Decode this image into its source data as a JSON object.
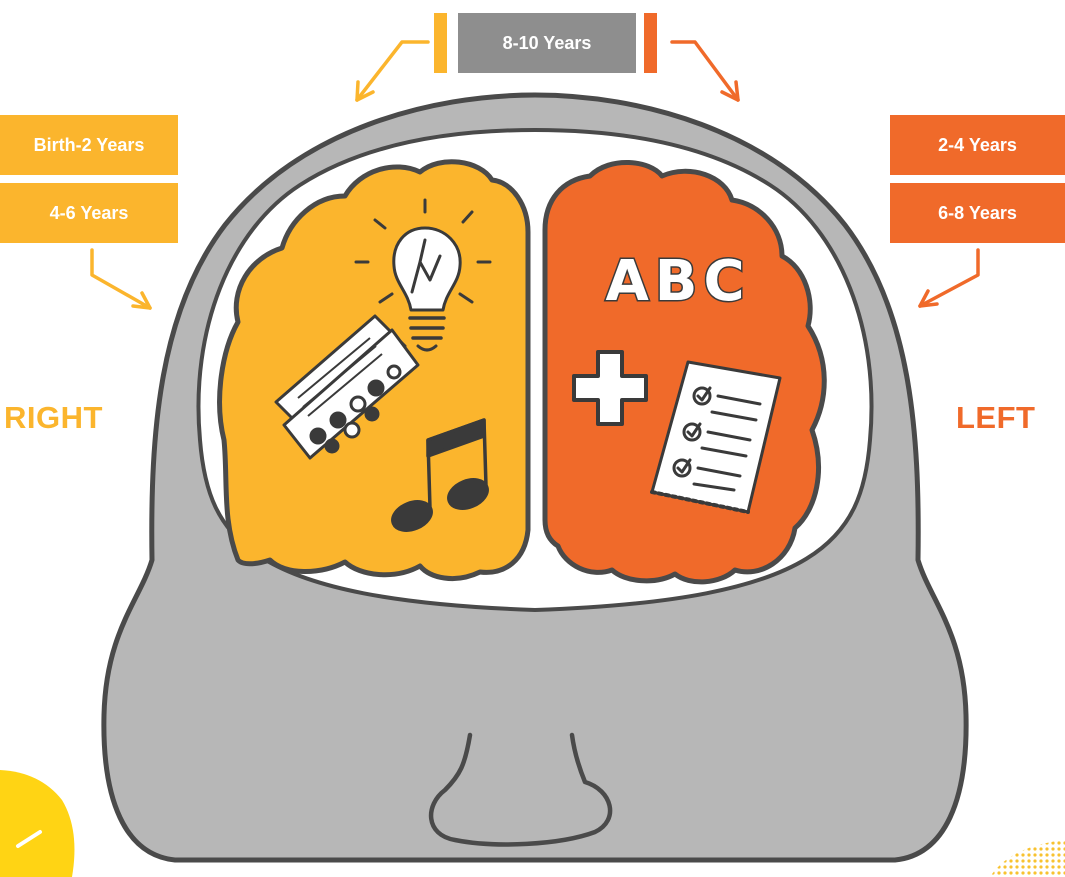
{
  "labels": {
    "top": "8-10 Years",
    "right_side": [
      "Birth-2 Years",
      "4-6 Years"
    ],
    "left_side": [
      "2-4 Years",
      "6-8 Years"
    ],
    "right_hemisphere": "RIGHT",
    "left_hemisphere": "LEFT",
    "abc_text": "ABC"
  },
  "colors": {
    "right_accent": "#FBB52D",
    "left_accent": "#F06A2A",
    "head_gray": "#B7B7B7",
    "outline": "#4A4A4A",
    "top_box": "#8E8E8E"
  },
  "icons": [
    "light-bulb-icon",
    "paint-palette-icon",
    "music-note-icon",
    "abc-letters-icon",
    "plus-icon",
    "checklist-icon"
  ]
}
